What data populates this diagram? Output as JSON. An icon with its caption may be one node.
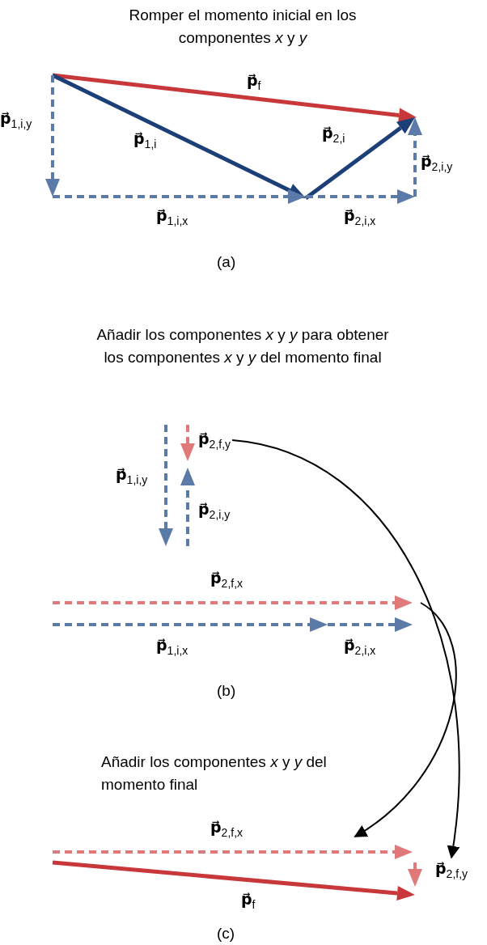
{
  "diagram": {
    "nodes": [
      {
        "text": [
          "p⃗$_{2,f,y}$"
        ]
      },
      {
        "text": [
          "p⃗$_{2,f,y}$"
        ]
      },
      {
        "text": [],
        "shape": "arrow",
        "beside": [
          "p⃗$_{2,f,x}$"
        ]
      },
      {
        "text": [],
        "shape": "arrow",
        "beside": [
          "p⃗$_{2,f,x}$"
        ]
      }
    ],
    "edges": [
      {
        "from": 0,
        "to": 1,
        "arrow": "to"
      },
      {
        "from": 2,
        "to": 3,
        "arrow": "to"
      }
    ],
    "labels": [
      "Romper el momento inicial en los componentes *x* y *y*",
      "p⃗$_{f}$",
      "p⃗$_{1,i}$",
      "p⃗$_{2,i}$",
      "p⃗$_{1,i,y}$",
      "p⃗$_{2,i,y}$",
      "p⃗$_{1,i,x}$",
      "p⃗$_{2,i,x}$",
      "(a)",
      "Añadir los componentes *x* y *y* para obtener los componentes *x* y *y* del momento final",
      "p⃗$_{1,i,y}$",
      "p⃗$_{2,i,y}$",
      "p⃗$_{1,i,x}$",
      "p⃗$_{2,i,x}$",
      "(b)",
      "Añadir los componentes *x* y *y* del momento final",
      "p⃗$_{f}$",
      "(c)"
    ]
  }
}
